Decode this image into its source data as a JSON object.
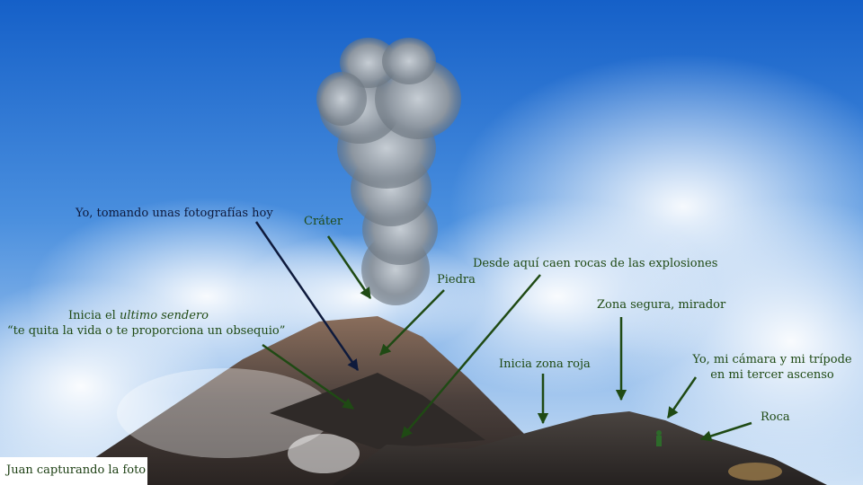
{
  "labels": {
    "yo_hoy": "Yo, tomando unas fotografías hoy",
    "crater": "Cráter",
    "piedra": "Piedra",
    "desde_aqui": "Desde aquí caen rocas de las explosiones",
    "zona_segura": "Zona segura, mirador",
    "inicia_sendero_pre": "Inicia el ",
    "inicia_sendero_em": "ultimo sendero",
    "quote": "“te quita la vida o te proporciona un obsequio”",
    "inicia_zona_roja": "Inicia zona roja",
    "yo_camara_1": "Yo, mi cámara y mi trípode",
    "yo_camara_2": "en mi tercer ascenso",
    "roca": "Roca"
  },
  "caption": "Juan capturando la foto",
  "colors": {
    "annotation_green": "#1f4a14",
    "annotation_navy": "#0e1a3c"
  }
}
